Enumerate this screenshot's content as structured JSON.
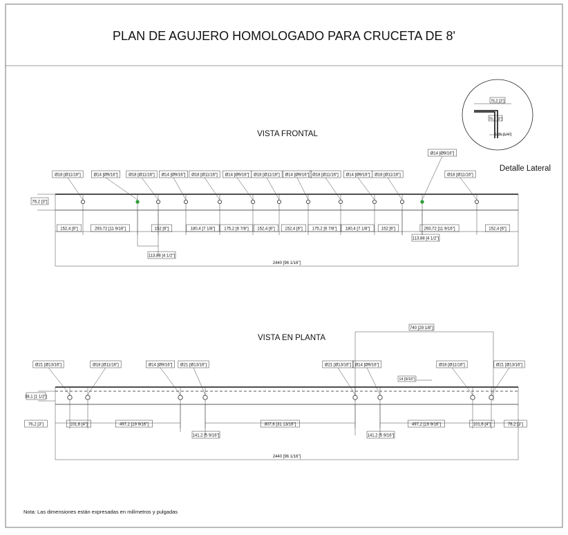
{
  "title": "PLAN DE AGUJERO HOMOLOGADO PARA CRUCETA DE 8'",
  "frontal": {
    "heading": "VISTA FRONTAL",
    "height_label": "76,2 [3\"]",
    "hole_labels": [
      "Ø18 [Ø11/16\"]",
      "Ø14 [Ø9/16\"]",
      "Ø18 [Ø11/16\"]",
      "Ø14 [Ø9/16\"]",
      "Ø18 [Ø11/16\"]",
      "Ø14 [Ø9/16\"]",
      "Ø18 [Ø11/16\"]",
      "Ø14 [Ø9/16\"]",
      "Ø18 [Ø11/16\"]",
      "Ø14 [Ø9/16\"]",
      "Ø18 [Ø11/16\"]",
      "Ø14 [Ø9/16\"]",
      "Ø18 [Ø11/16\"]"
    ],
    "spacing_labels": [
      "152,4 [6\"]",
      "293,72 [11 9/16\"]",
      "152 [6\"]",
      "180,4 [7 1/8\"]",
      "175,2 [6 7/8\"]",
      "152,4 [6\"]",
      "152,4 [6\"]",
      "175,2 [6 7/8\"]",
      "180,4 [7 1/8\"]",
      "152 [6\"]",
      "293,72 [11 9/16\"]",
      "152,4 [6\"]"
    ],
    "offset_left": "113,88 [4 1/2\"]",
    "offset_right": "113,88 [4 1/2\"]",
    "total": "2440 [96 1/16\"]"
  },
  "detail": {
    "caption": "Detalle Lateral",
    "width_label": "76,2 [3\"]",
    "height_label": "76,2 [3\"]",
    "thickness_label": "6,35 [1/4\"]"
  },
  "planta": {
    "heading": "VISTA EN PLANTA",
    "span_label": "740 [29 1/8\"]",
    "lip_label": "14 [9/16\"]",
    "height_label": "38,1 [1 1/2\"]",
    "hole_labels": [
      "Ø21 [Ø13/16\"]",
      "Ø18 [Ø11/16\"]",
      "Ø14 [Ø9/16\"]",
      "Ø21 [Ø13/16\"]",
      "Ø21 [Ø13/16\"]",
      "Ø14 [Ø9/16\"]",
      "Ø18 [Ø11/16\"]",
      "Ø21 [Ø13/16\"]"
    ],
    "spacing_labels": [
      "76,2 [3\"]",
      "101,6 [4\"]",
      "497,2 [19 9/16\"]",
      "807,6 [31 13/16\"]",
      "497,2 [19 9/16\"]",
      "101,6 [4\"]",
      "76,2 [3\"]"
    ],
    "offset_left": "141,2 [5 9/16\"]",
    "offset_right": "141,2 [5 9/16\"]",
    "total": "2440 [96 1/16\"]"
  },
  "note": "Nota: Las dimensiones están expresadas en milímetros y pulgadas",
  "colors": {
    "accent": "#2e9e3a",
    "ink": "#111111",
    "border": "#333333"
  }
}
